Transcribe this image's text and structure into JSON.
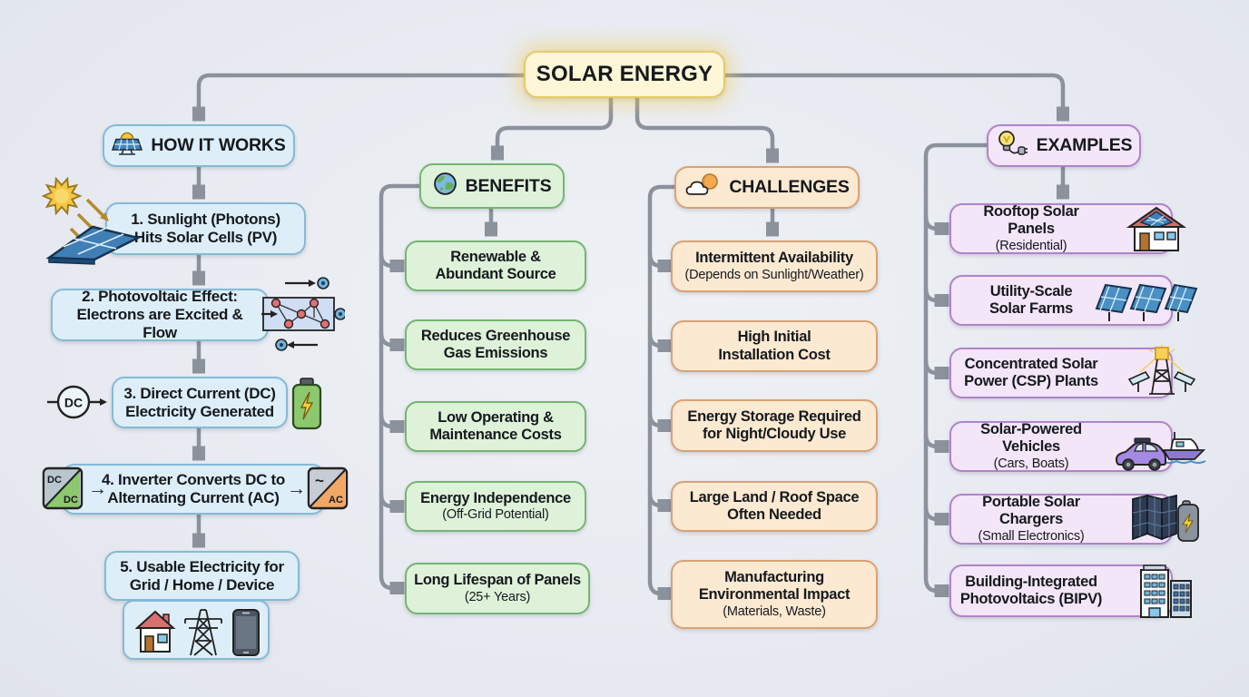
{
  "root": {
    "label": "SOLAR ENERGY"
  },
  "how_it_works": {
    "label": "HOW IT WORKS",
    "icon": "solar-panel-sun-icon",
    "steps": [
      {
        "lines": [
          "1. Sunlight (Photons)",
          "Hits Solar Cells (PV)"
        ],
        "icons": [
          "sun-rays-solar-panel-icon"
        ]
      },
      {
        "lines": [
          "2. Photovoltaic Effect:",
          "Electrons are Excited & Flow"
        ],
        "icons": [
          "electron-flow-icon"
        ]
      },
      {
        "lines": [
          "3. Direct Current (DC)",
          "Electricity Generated"
        ],
        "icons": [
          "dc-symbol-icon",
          "battery-bolt-icon"
        ]
      },
      {
        "lines": [
          "4. Inverter Converts DC to",
          "Alternating Current (AC)"
        ],
        "icons": [
          "dc-dc-converter-icon",
          "ac-inverter-icon"
        ],
        "arrow_glyph": "→"
      },
      {
        "lines": [
          "5. Usable Electricity for",
          "Grid / Home / Device"
        ],
        "icons": [
          "house-icon",
          "pylon-icon",
          "smartphone-icon"
        ]
      }
    ]
  },
  "benefits": {
    "label": "BENEFITS",
    "icon": "earth-icon",
    "items": [
      {
        "lines": [
          "Renewable &",
          "Abundant Source"
        ]
      },
      {
        "lines": [
          "Reduces Greenhouse",
          "Gas Emissions"
        ]
      },
      {
        "lines": [
          "Low Operating &",
          "Maintenance Costs"
        ]
      },
      {
        "lines": [
          "Energy Independence"
        ],
        "sub": "(Off-Grid Potential)"
      },
      {
        "lines": [
          "Long Lifespan of Panels"
        ],
        "sub": "(25+ Years)"
      }
    ]
  },
  "challenges": {
    "label": "CHALLENGES",
    "icon": "sun-behind-cloud-icon",
    "items": [
      {
        "lines": [
          "Intermittent Availability"
        ],
        "sub": "(Depends on Sunlight/Weather)"
      },
      {
        "lines": [
          "High Initial",
          "Installation Cost"
        ]
      },
      {
        "lines": [
          "Energy Storage Required",
          "for Night/Cloudy Use"
        ]
      },
      {
        "lines": [
          "Large Land / Roof Space",
          "Often Needed"
        ]
      },
      {
        "lines": [
          "Manufacturing",
          "Environmental Impact"
        ],
        "sub": "(Materials, Waste)"
      }
    ]
  },
  "examples": {
    "label": "EXAMPLES",
    "icon": "lightbulb-plug-icon",
    "items": [
      {
        "lines": [
          "Rooftop Solar Panels"
        ],
        "sub": "(Residential)",
        "icon": "solar-roof-house-icon"
      },
      {
        "lines": [
          "Utility-Scale",
          "Solar Farms"
        ],
        "icon": "solar-farm-icon"
      },
      {
        "lines": [
          "Concentrated Solar",
          "Power (CSP) Plants"
        ],
        "icon": "csp-tower-icon"
      },
      {
        "lines": [
          "Solar-Powered Vehicles"
        ],
        "sub": "(Cars, Boats)",
        "icon": "car-boat-icon"
      },
      {
        "lines": [
          "Portable Solar Chargers"
        ],
        "sub": "(Small Electronics)",
        "icon": "portable-charger-icon"
      },
      {
        "lines": [
          "Building-Integrated",
          "Photovoltaics (BIPV)"
        ],
        "icon": "buildings-icon"
      }
    ]
  },
  "colors": {
    "background": "#e9edf2",
    "root_fill": "#fdf6d7",
    "root_border": "#e7c96a",
    "how_fill": "#ddeef8",
    "how_border": "#85bad6",
    "benefits_fill": "#def2da",
    "benefits_border": "#74b671",
    "challenges_fill": "#fce9d2",
    "challenges_border": "#d9a273",
    "examples_fill": "#f3e6f8",
    "examples_border": "#b282cb",
    "connector": "#8b929c",
    "text": "#16191d"
  }
}
